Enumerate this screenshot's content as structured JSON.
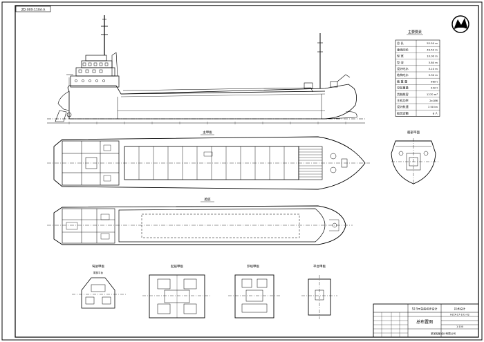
{
  "sheet": {
    "drawing_no": "ZD-00X-110A-A"
  },
  "views": {
    "profile_label": "",
    "upper_deck_title": "主甲板",
    "lower_deck_title": "舱底",
    "bow_section_title": "艏部平面",
    "section_a_title": "驾驶甲板",
    "section_b_title": "起居甲板",
    "section_c_title": "罗经甲板",
    "section_d_title": "平台甲板",
    "section_a_sub": "尾部平台"
  },
  "particulars": {
    "title": "主要要素",
    "rows": [
      {
        "label": "总  长",
        "value": "52.50 m"
      },
      {
        "label": "垂线间长",
        "value": "49.50 m"
      },
      {
        "label": "型  宽",
        "value": "10.00 m"
      },
      {
        "label": "型  深",
        "value": "3.80 m"
      },
      {
        "label": "设计吃水",
        "value": "3.10 m"
      },
      {
        "label": "结构吃水",
        "value": "3.30 m"
      },
      {
        "label": "载 重 量",
        "value": "985 t"
      },
      {
        "label": "空船重量",
        "value": "342 t"
      },
      {
        "label": "货舱舱容",
        "value": "1270 m³"
      },
      {
        "label": "主机功率",
        "value": "2x186"
      },
      {
        "label": "设计航速",
        "value": "7.50 kn"
      },
      {
        "label": "船员定额",
        "value": "8 人"
      }
    ]
  },
  "title_block": {
    "project": "52.5m货船初步设计",
    "stage": "技术设计",
    "drawing_no": "HLTX-17-101-02",
    "drawing_name": "总布置图",
    "scale": "1:100",
    "company": "某某船舶设计有限公司"
  }
}
